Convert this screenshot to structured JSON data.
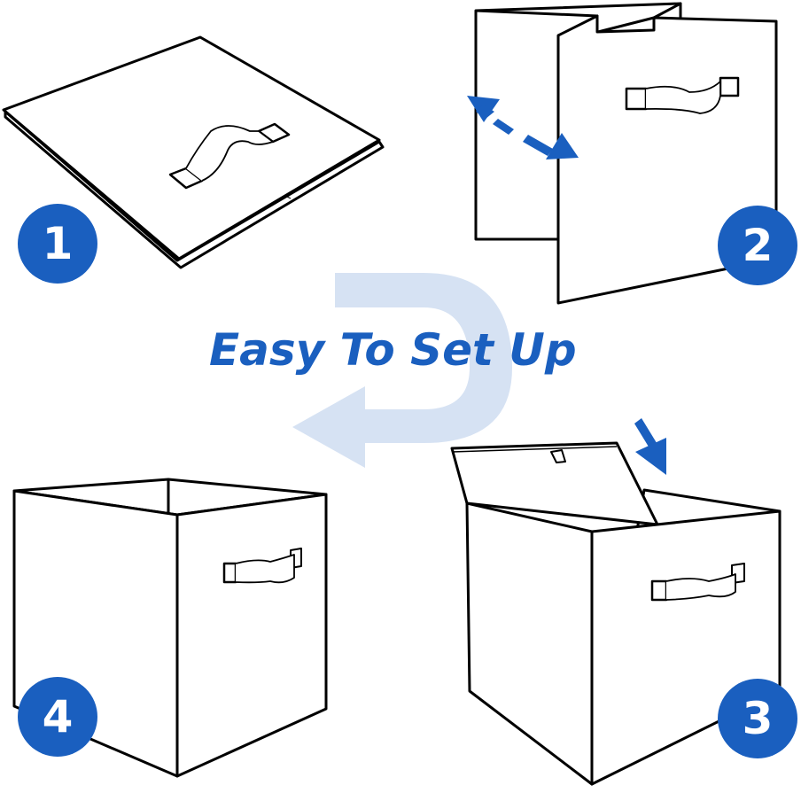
{
  "title": "Easy To Set Up",
  "colors": {
    "accent_blue": "#1a5fbf",
    "light_arrow": "#d6e2f3",
    "outline": "#000000",
    "background": "#ffffff"
  },
  "steps": [
    {
      "number": "1",
      "illustration": "flat-folded-fabric-bin-with-handle"
    },
    {
      "number": "2",
      "illustration": "partially-unfolded-bin-with-double-arrow"
    },
    {
      "number": "3",
      "illustration": "open-bin-inserting-bottom-panel-with-arrow"
    },
    {
      "number": "4",
      "illustration": "fully-assembled-cube-bin"
    }
  ],
  "center_icon": "u-turn-arrow-icon"
}
